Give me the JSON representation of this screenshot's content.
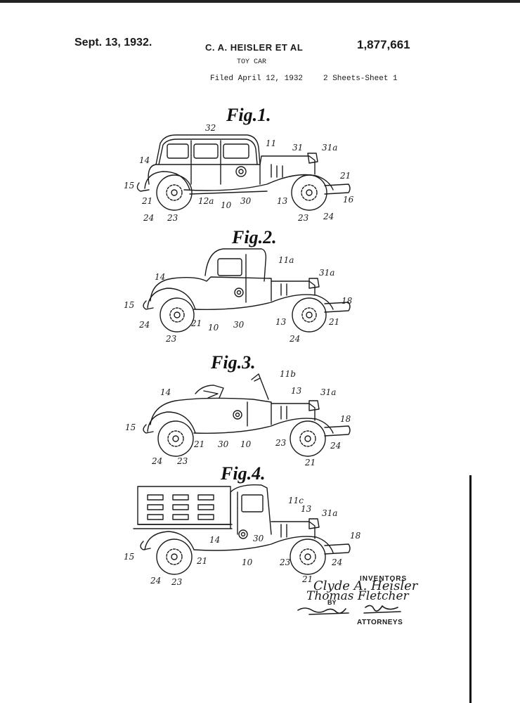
{
  "header": {
    "date": "Sept. 13, 1932.",
    "inventor_line": "C. A. HEISLER ET AL",
    "patent_number": "1,877,661",
    "title": "TOY CAR",
    "filed": "Filed April 12, 1932",
    "sheets": "2 Sheets-Sheet 1"
  },
  "figures": [
    {
      "title": "Fig.1.",
      "labels": [
        "32",
        "11",
        "31",
        "31a",
        "14",
        "15",
        "21",
        "16",
        "21",
        "12a",
        "10",
        "30",
        "13",
        "24",
        "23",
        "23",
        "24"
      ]
    },
    {
      "title": "Fig.2.",
      "labels": [
        "11a",
        "31a",
        "14",
        "15",
        "18",
        "24",
        "21",
        "10",
        "30",
        "13",
        "21",
        "23",
        "24"
      ]
    },
    {
      "title": "Fig.3.",
      "labels": [
        "11b",
        "14",
        "13",
        "31a",
        "15",
        "18",
        "21",
        "30",
        "10",
        "23",
        "24",
        "24",
        "23",
        "21"
      ]
    },
    {
      "title": "Fig.4.",
      "labels": [
        "11c",
        "13",
        "31a",
        "18",
        "14",
        "30",
        "15",
        "21",
        "10",
        "23",
        "24",
        "24",
        "23",
        "21"
      ]
    }
  ],
  "signatures": {
    "inventors_heading": "INVENTORS",
    "inventor_1": "Clyde A. Heisler",
    "inventor_2": "Thomas Fletcher",
    "by": "BY",
    "attorneys_heading": "ATTORNEYS"
  }
}
